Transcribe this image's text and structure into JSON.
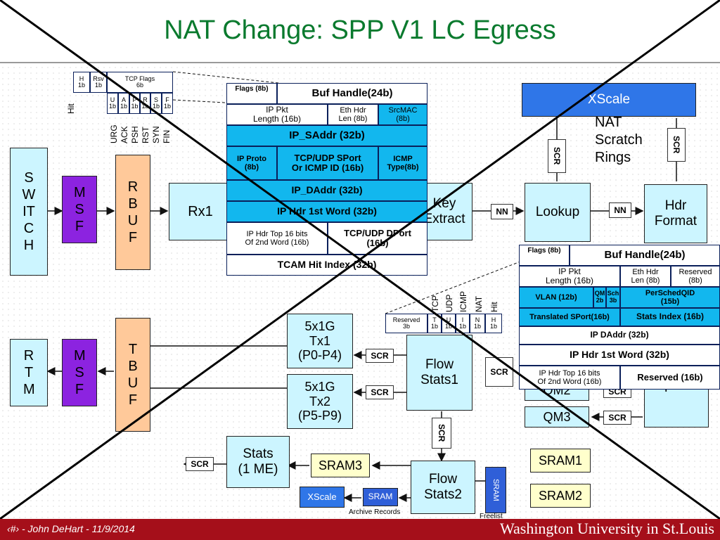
{
  "slide_title": "NAT Change: SPP V1 LC Egress",
  "footer": {
    "left": "‹#› - John DeHart - 11/9/2014",
    "right": "Washington University in St.Louis"
  },
  "blocks": {
    "switch": "SWITCH",
    "msf_top": "MSF",
    "rbuf": "RBUF",
    "rx1": "Rx1",
    "key_extract": "Key\nExtract",
    "lookup": "Lookup",
    "hdr_format": "Hdr\nFormat",
    "xscale_top": "XScale",
    "nat_rings": "NAT\nScratch\nRings",
    "rtm": "RTM",
    "msf_bottom": "MSF",
    "tbuf": "TBUF",
    "tx1": "5x1G\nTx1\n(P0-P4)",
    "tx2": "5x1G\nTx2\n(P5-P9)",
    "flow_stats1": "Flow\nStats1",
    "qm2": "QM2",
    "qm3": "QM3",
    "splitter": "Splitter",
    "stats": "Stats\n(1 ME)",
    "sram3": "SRAM3",
    "flow_stats2": "Flow\nStats2",
    "sram1": "SRAM1",
    "sram2": "SRAM2",
    "xscale_bottom": "XScale",
    "sram_small": "SRAM",
    "sram_vertical": "SRAM",
    "archive_records": "Archive Records",
    "freelist": "Freelist"
  },
  "labels": {
    "scr": "SCR",
    "nn": "NN",
    "hit": "Hit"
  },
  "top_flags": {
    "h": "H\n1b",
    "rsv": "Rsv\n1b",
    "tcp_flags": "TCP Flags\n6b",
    "bits": [
      "U\n1b",
      "A\n1b",
      "P\n1b",
      "R\n1b",
      "S\n1b",
      "F\n1b"
    ],
    "rot": [
      "URG",
      "ACK",
      "PSH",
      "RST",
      "SYN",
      "FIN"
    ]
  },
  "left_record": {
    "flags": "Flags (8b)",
    "buf_handle": "Buf Handle(24b)",
    "ip_pkt_len": "IP Pkt\nLength (16b)",
    "eth_hdr_len": "Eth Hdr\nLen (8b)",
    "srcmac": "SrcMAC\n(8b)",
    "ip_saddr": "IP_SAddr (32b)",
    "ip_proto": "IP Proto\n(8b)",
    "tcp_udp_sport": "TCP/UDP SPort\nOr ICMP ID (16b)",
    "icmp_type": "ICMP\nType(8b)",
    "ip_daddr": "IP_DAddr (32b)",
    "ip_hdr_1st": "IP Hdr 1st Word (32b)",
    "ip_hdr_top16": "IP Hdr Top 16 bits\nOf 2nd Word (16b)",
    "tcp_udp_dport": "TCP/UDP DPort\n(16b)",
    "tcam_hit": "TCAM Hit Index (32b)"
  },
  "right_record": {
    "flags": "Flags (8b)",
    "buf_handle": "Buf Handle(24b)",
    "ip_pkt_len": "IP Pkt\nLength (16b)",
    "eth_hdr_len": "Eth Hdr\nLen (8b)",
    "reserved8": "Reserved\n(8b)",
    "vlan": "VLAN (12b)",
    "qm": "QM\n2b",
    "sch": "Sch\n3b",
    "per_sched_qid": "PerSchedQID\n(15b)",
    "translated_sport": "Translated SPort(16b)",
    "stats_index": "Stats Index (16b)",
    "ip_daddr": "IP DAddr (32b)",
    "ip_hdr_1st": "IP Hdr 1st Word (32b)",
    "ip_hdr_top16": "IP Hdr Top 16 bits\nOf 2nd Word (16b)",
    "reserved16": "Reserved (16b)"
  },
  "mid_flags": {
    "reserved": "Reserved\n3b",
    "bits": [
      "T\n1b",
      "U\n1b",
      "I\n1b",
      "N\n1b",
      "H\n1b"
    ],
    "rot": [
      "TCP",
      "UDP",
      "ICMP",
      "NAT",
      "Hit"
    ]
  }
}
